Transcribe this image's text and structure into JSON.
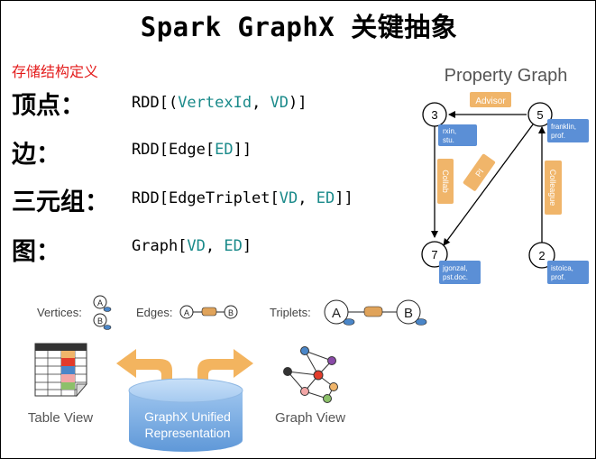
{
  "title": "Spark GraphX 关键抽象",
  "storage_heading": "存储结构定义",
  "rows": [
    {
      "label": "顶点：",
      "parts": [
        {
          "text": "RDD[(",
          "teal": false
        },
        {
          "text": "VertexId",
          "teal": true
        },
        {
          "text": ", ",
          "teal": false
        },
        {
          "text": "VD",
          "teal": true
        },
        {
          "text": ")]",
          "teal": false
        }
      ]
    },
    {
      "label": "边：",
      "parts": [
        {
          "text": "RDD[Edge[",
          "teal": false
        },
        {
          "text": "ED",
          "teal": true
        },
        {
          "text": "]]",
          "teal": false
        }
      ]
    },
    {
      "label": "三元组：",
      "parts": [
        {
          "text": "RDD[EdgeTriplet[",
          "teal": false
        },
        {
          "text": "VD",
          "teal": true
        },
        {
          "text": ", ",
          "teal": false
        },
        {
          "text": "ED",
          "teal": true
        },
        {
          "text": "]]",
          "teal": false
        }
      ]
    },
    {
      "label": "图：",
      "parts": [
        {
          "text": "Graph[",
          "teal": false
        },
        {
          "text": "VD",
          "teal": true
        },
        {
          "text": ", ",
          "teal": false
        },
        {
          "text": "ED",
          "teal": true
        },
        {
          "text": "]",
          "teal": false
        }
      ]
    }
  ],
  "property_graph": {
    "title": "Property Graph",
    "nodes": {
      "n3": {
        "id": "3",
        "props": [
          "rxin,",
          "stu."
        ]
      },
      "n5": {
        "id": "5",
        "props": [
          "franklin,",
          "prof."
        ]
      },
      "n7": {
        "id": "7",
        "props": [
          "jgonzal,",
          "pst.doc."
        ]
      },
      "n2": {
        "id": "2",
        "props": [
          "istoica,",
          "prof."
        ]
      }
    },
    "edges": {
      "advisor": "Advisor",
      "collab": "Collab",
      "pi": "PI",
      "colleague": "Colleague"
    }
  },
  "legend": {
    "vertices": "Vertices:",
    "edges": "Edges:",
    "triplets": "Triplets:",
    "a": "A",
    "b": "B"
  },
  "views": {
    "table": "Table View",
    "graph": "Graph View",
    "unified_line1": "GraphX Unified",
    "unified_line2": "Representation"
  },
  "colors": {
    "teal": "#1a8a8a",
    "red": "#e31b1b",
    "edge_orange": "#f0b56a",
    "prop_blue": "#5b8fd6",
    "arrow_orange": "#f3b45f",
    "cylinder_blue": "#7aaee6"
  }
}
